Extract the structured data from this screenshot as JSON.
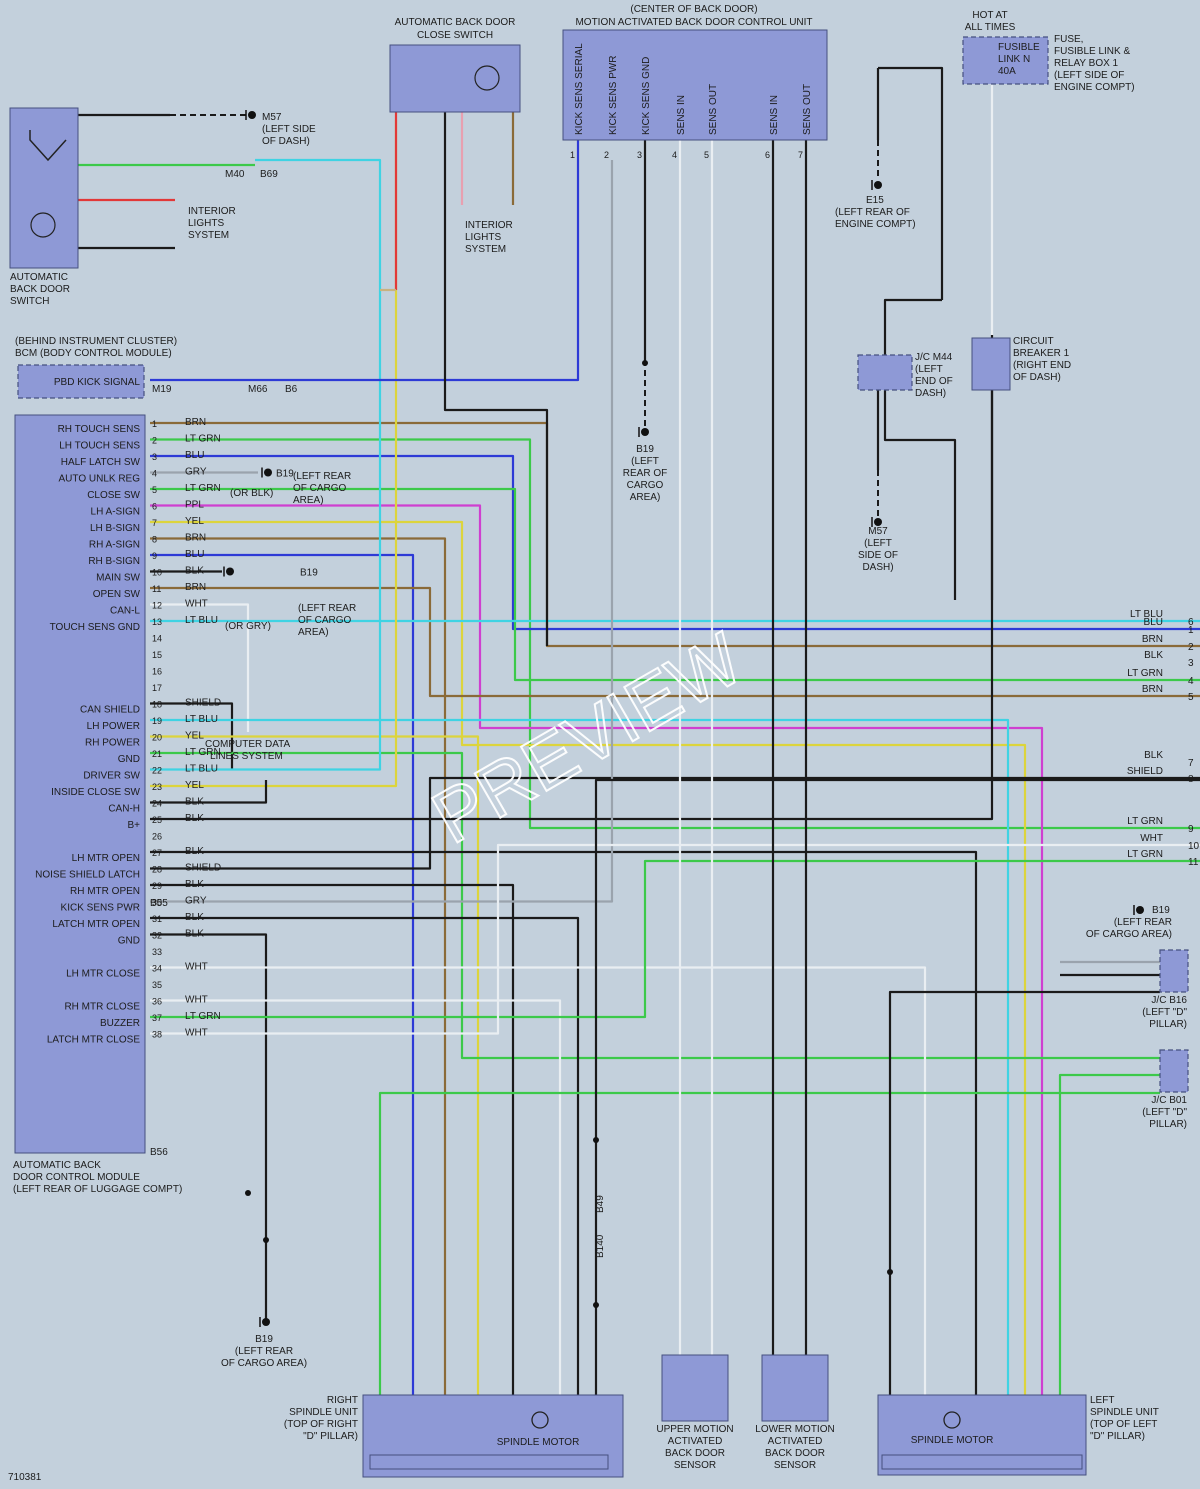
{
  "diagram_id": "710381",
  "watermark": "PREVIEW",
  "colors": {
    "BLK": "#1a1a1a",
    "BLU": "#2d3ad6",
    "LT_GRN": "#3cc94a",
    "LT_BLU": "#3fd3e3",
    "RED": "#e23838",
    "YEL": "#dcd43c",
    "BRN": "#8a6a38",
    "GRY": "#9aa3ad",
    "WHT": "#e9eef2",
    "PPL": "#cf3fd0",
    "TAN": "#c9b27f",
    "PNK": "#e8a0b0",
    "SHIELD": "#1a1a1a",
    "component_fill": "#8e99d6",
    "background": "#c3d0dc"
  },
  "components": {
    "ab_switch": {
      "label_1": "AUTOMATIC",
      "label_2": "BACK DOOR",
      "label_3": "SWITCH"
    },
    "close_switch": {
      "label_1": "AUTOMATIC BACK DOOR",
      "label_2": "CLOSE SWITCH"
    },
    "motion_unit": {
      "label_1": "(CENTER OF BACK DOOR)",
      "label_2": "MOTION ACTIVATED BACK DOOR CONTROL UNIT"
    },
    "hot": {
      "label_1": "HOT AT",
      "label_2": "ALL TIMES",
      "fuse_1": "FUSIBLE",
      "fuse_2": "LINK N",
      "fuse_3": "40A"
    },
    "fuse_box": {
      "label_1": "FUSE,",
      "label_2": "FUSIBLE LINK &",
      "label_3": "RELAY BOX 1",
      "label_4": "(LEFT SIDE OF",
      "label_5": "ENGINE COMPT)"
    },
    "bcm": {
      "label_1": "(BEHIND INSTRUMENT CLUSTER)",
      "label_2": "BCM (BODY CONTROL MODULE)",
      "signal": "PBD KICK SIGNAL"
    },
    "control_module": {
      "label_1": "AUTOMATIC BACK",
      "label_2": "DOOR CONTROL MODULE",
      "label_3": "(LEFT REAR OF LUGGAGE COMPT)"
    },
    "interior_lights_1": {
      "label_1": "INTERIOR",
      "label_2": "LIGHTS",
      "label_3": "SYSTEM"
    },
    "interior_lights_2": {
      "label_1": "INTERIOR",
      "label_2": "LIGHTS",
      "label_3": "SYSTEM"
    },
    "computer_data": {
      "label_1": "COMPUTER DATA",
      "label_2": "LINES SYSTEM"
    },
    "jc_m44": {
      "label_1": "J/C M44",
      "label_2": "(LEFT",
      "label_3": "END OF",
      "label_4": "DASH)"
    },
    "circuit_breaker": {
      "label_1": "CIRCUIT",
      "label_2": "BREAKER 1",
      "label_3": "(RIGHT END",
      "label_4": "OF DASH)"
    },
    "jc_b16": {
      "label_1": "J/C B16",
      "label_2": "(LEFT \"D\"",
      "label_3": "PILLAR)"
    },
    "jc_b01": {
      "label_1": "J/C B01",
      "label_2": "(LEFT \"D\"",
      "label_3": "PILLAR)"
    },
    "right_spindle": {
      "label_1": "RIGHT",
      "label_2": "SPINDLE UNIT",
      "label_3": "(TOP OF RIGHT",
      "label_4": "\"D\" PILLAR)",
      "motor": "SPINDLE MOTOR"
    },
    "left_spindle": {
      "label_1": "LEFT",
      "label_2": "SPINDLE UNIT",
      "label_3": "(TOP OF LEFT",
      "label_4": "\"D\" PILLAR)",
      "motor": "SPINDLE MOTOR"
    },
    "upper_sensor": {
      "label_1": "UPPER MOTION",
      "label_2": "ACTIVATED",
      "label_3": "BACK DOOR",
      "label_4": "SENSOR"
    },
    "lower_sensor": {
      "label_1": "LOWER MOTION",
      "label_2": "ACTIVATED",
      "label_3": "BACK DOOR",
      "label_4": "SENSOR"
    }
  },
  "grounds": {
    "m57_top": {
      "id": "M57",
      "l1": "(LEFT SIDE",
      "l2": "OF DASH)"
    },
    "e15": {
      "id": "E15",
      "l1": "(LEFT REAR OF",
      "l2": "ENGINE COMPT)"
    },
    "b19_center": {
      "id": "B19",
      "l1": "(LEFT",
      "l2": "REAR OF",
      "l3": "CARGO",
      "l4": "AREA)"
    },
    "m57_mid": {
      "id": "M57",
      "l1": "(LEFT",
      "l2": "SIDE OF",
      "l3": "DASH)"
    },
    "b19_lower": {
      "id": "B19",
      "l1": "(LEFT REAR",
      "l2": "OF CARGO AREA)"
    },
    "b19_bottom": {
      "id": "B19",
      "l1": "(LEFT REAR",
      "l2": "OF CARGO AREA)"
    },
    "b19_pin4": {
      "id": "B19",
      "l1": "(LEFT REAR",
      "l2": "OF CARGO",
      "l3": "AREA)",
      "alt": "(OR BLK)"
    },
    "b19_pin10": {
      "id": "B19",
      "l1": "(LEFT REAR",
      "l2": "OF CARGO",
      "l3": "AREA)",
      "alt": "(OR GRY)"
    }
  },
  "motion_unit_pins": [
    "KICK SENS SERIAL",
    "KICK SENS PWR",
    "KICK SENS GND",
    "SENS IN",
    "SENS OUT",
    "SENS IN",
    "SENS OUT"
  ],
  "module_pins": [
    {
      "pin": "1",
      "label": "RH TOUCH SENS",
      "color": "BRN"
    },
    {
      "pin": "2",
      "label": "LH TOUCH SENS",
      "color": "LT GRN"
    },
    {
      "pin": "3",
      "label": "HALF LATCH SW",
      "color": "BLU"
    },
    {
      "pin": "4",
      "label": "AUTO UNLK REG",
      "color": "GRY"
    },
    {
      "pin": "5",
      "label": "CLOSE SW",
      "color": "LT GRN"
    },
    {
      "pin": "6",
      "label": "LH A-SIGN",
      "color": "PPL"
    },
    {
      "pin": "7",
      "label": "LH B-SIGN",
      "color": "YEL"
    },
    {
      "pin": "8",
      "label": "RH A-SIGN",
      "color": "BRN"
    },
    {
      "pin": "9",
      "label": "RH B-SIGN",
      "color": "BLU"
    },
    {
      "pin": "10",
      "label": "MAIN SW",
      "color": "BLK"
    },
    {
      "pin": "11",
      "label": "OPEN SW",
      "color": "BRN"
    },
    {
      "pin": "12",
      "label": "CAN-L",
      "color": "WHT"
    },
    {
      "pin": "13",
      "label": "TOUCH SENS GND",
      "color": "LT BLU"
    },
    {
      "pin": "14",
      "label": "",
      "color": ""
    },
    {
      "pin": "15",
      "label": "",
      "color": ""
    },
    {
      "pin": "16",
      "label": "",
      "color": ""
    },
    {
      "pin": "17",
      "label": "",
      "color": ""
    },
    {
      "pin": "18",
      "label": "CAN SHIELD",
      "color": "SHIELD"
    },
    {
      "pin": "19",
      "label": "LH POWER",
      "color": "LT BLU"
    },
    {
      "pin": "20",
      "label": "RH POWER",
      "color": "YEL"
    },
    {
      "pin": "21",
      "label": "GND",
      "color": "LT GRN"
    },
    {
      "pin": "22",
      "label": "DRIVER SW",
      "color": "LT BLU"
    },
    {
      "pin": "23",
      "label": "INSIDE CLOSE SW",
      "color": "YEL"
    },
    {
      "pin": "24",
      "label": "CAN-H",
      "color": "BLK"
    },
    {
      "pin": "25",
      "label": "B+",
      "color": "BLK"
    },
    {
      "pin": "26",
      "label": "",
      "color": ""
    },
    {
      "pin": "27",
      "label": "LH MTR OPEN",
      "color": "BLK"
    },
    {
      "pin": "28",
      "label": "NOISE SHIELD LATCH",
      "color": "SHIELD"
    },
    {
      "pin": "29",
      "label": "RH MTR OPEN",
      "color": "BLK"
    },
    {
      "pin": "30",
      "label": "KICK SENS PWR",
      "color": "GRY"
    },
    {
      "pin": "31",
      "label": "LATCH MTR OPEN",
      "color": "BLK"
    },
    {
      "pin": "32",
      "label": "GND",
      "color": "BLK"
    },
    {
      "pin": "33",
      "label": "",
      "color": ""
    },
    {
      "pin": "34",
      "label": "LH MTR CLOSE",
      "color": "WHT"
    },
    {
      "pin": "35",
      "label": "",
      "color": ""
    },
    {
      "pin": "36",
      "label": "RH MTR CLOSE",
      "color": "WHT"
    },
    {
      "pin": "37",
      "label": "BUZZER",
      "color": "LT GRN"
    },
    {
      "pin": "38",
      "label": "LATCH MTR CLOSE",
      "color": "WHT"
    }
  ],
  "connectors": {
    "b55": "B55",
    "b56": "B56",
    "m19": "M19",
    "m66": "M66",
    "b6": "B6",
    "m40": "M40",
    "b69": "B69",
    "b49": "B49",
    "b140": "B140"
  },
  "right_offpage": [
    {
      "n": "1",
      "color": "BLU"
    },
    {
      "n": "2",
      "color": "BRN"
    },
    {
      "n": "3",
      "color": "BLK"
    },
    {
      "n": "4",
      "color": "LT GRN"
    },
    {
      "n": "5",
      "color": "BRN"
    },
    {
      "n": "6",
      "color": "LT BLU"
    },
    {
      "n": "7",
      "color": "BLK"
    },
    {
      "n": "8",
      "color": "SHIELD"
    },
    {
      "n": "9",
      "color": "LT GRN"
    },
    {
      "n": "10",
      "color": "WHT"
    },
    {
      "n": "11",
      "color": "LT GRN"
    }
  ]
}
